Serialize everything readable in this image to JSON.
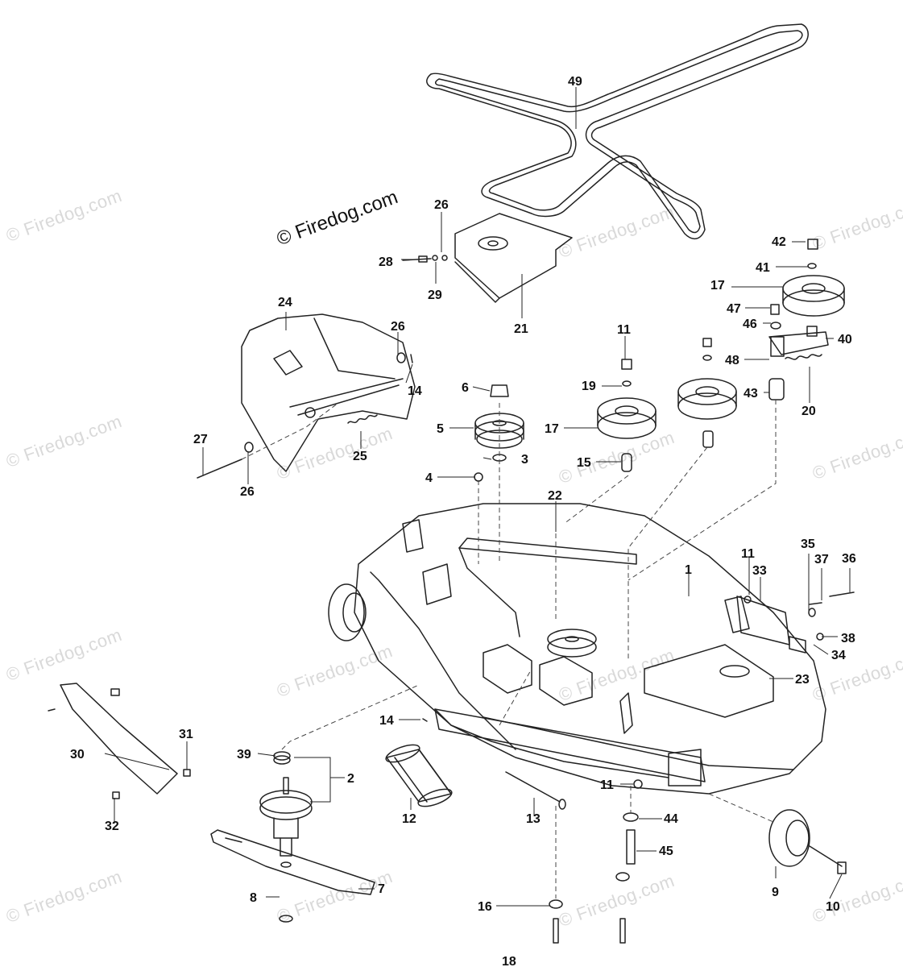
{
  "diagram": {
    "watermark_main": "© Firedog.com",
    "watermark_faint": "© Firedog.com",
    "callouts": {
      "c1": "1",
      "c2": "2",
      "c3": "3",
      "c4": "4",
      "c5": "5",
      "c6": "6",
      "c7": "7",
      "c8": "8",
      "c9": "9",
      "c10": "10",
      "c11a": "11",
      "c11b": "11",
      "c11c": "11",
      "c12": "12",
      "c13": "13",
      "c14a": "14",
      "c14b": "14",
      "c15": "15",
      "c16": "16",
      "c17a": "17",
      "c17b": "17",
      "c19": "19",
      "c20": "20",
      "c21": "21",
      "c22": "22",
      "c23": "23",
      "c24": "24",
      "c25": "25",
      "c26a": "26",
      "c26b": "26",
      "c26c": "26",
      "c27": "27",
      "c28": "28",
      "c29": "29",
      "c30": "30",
      "c31": "31",
      "c32": "32",
      "c33": "33",
      "c34": "34",
      "c35": "35",
      "c36": "36",
      "c37": "37",
      "c38": "38",
      "c39": "39",
      "c40": "40",
      "c41": "41",
      "c42": "42",
      "c43": "43",
      "c44": "44",
      "c45": "45",
      "c46": "46",
      "c47": "47",
      "c48": "48",
      "c49": "49",
      "c18": "18"
    }
  }
}
